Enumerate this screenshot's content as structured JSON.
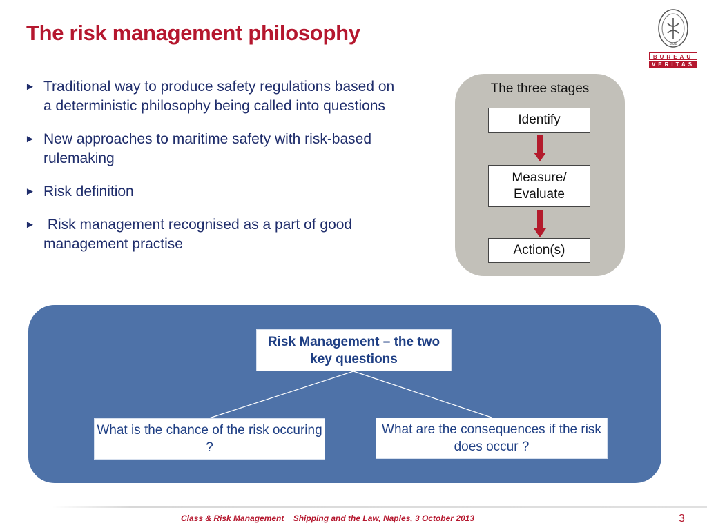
{
  "slide": {
    "title": "The risk management philosophy",
    "page_number": "3",
    "footer": "Class & Risk Management _ Shipping and the Law, Naples, 3 October 2013"
  },
  "logo": {
    "top_text": "BUREAU",
    "bottom_text": "VERITAS",
    "seal_year": "1828",
    "brand_color": "#b5172e"
  },
  "bullets": [
    {
      "text": "Traditional way to produce safety regulations based on a deterministic philosophy being called into questions"
    },
    {
      "text": "New approaches to maritime safety with risk-based rulemaking"
    },
    {
      "text": "Risk definition"
    },
    {
      "text": " Risk management recognised as a part of good management practise"
    }
  ],
  "bullet_marker": "►",
  "stages": {
    "title": "The three stages",
    "items": [
      "Identify",
      "Measure/ Evaluate",
      "Action(s)"
    ]
  },
  "questions": {
    "top": "Risk Management – the two key questions",
    "left": "What is the chance of the risk occuring ?",
    "right": "What are the consequences if the risk does occur ?"
  },
  "colors": {
    "title_red": "#b5172e",
    "bullet_navy": "#1f2d6b",
    "panel_blue": "#4e72a8",
    "stages_grey": "#c2c0b9",
    "arrow_red": "#b31b2c"
  }
}
